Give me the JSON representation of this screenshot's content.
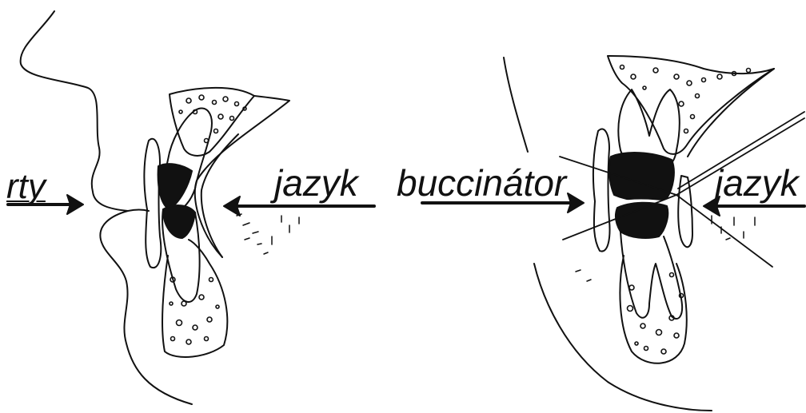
{
  "labels": {
    "rty": "rty",
    "jazyk_left": "jazyk",
    "buccinator": "buccinátor",
    "jazyk_right": "jazyk"
  },
  "colors": {
    "ink": "#111111",
    "background": "#ffffff"
  }
}
